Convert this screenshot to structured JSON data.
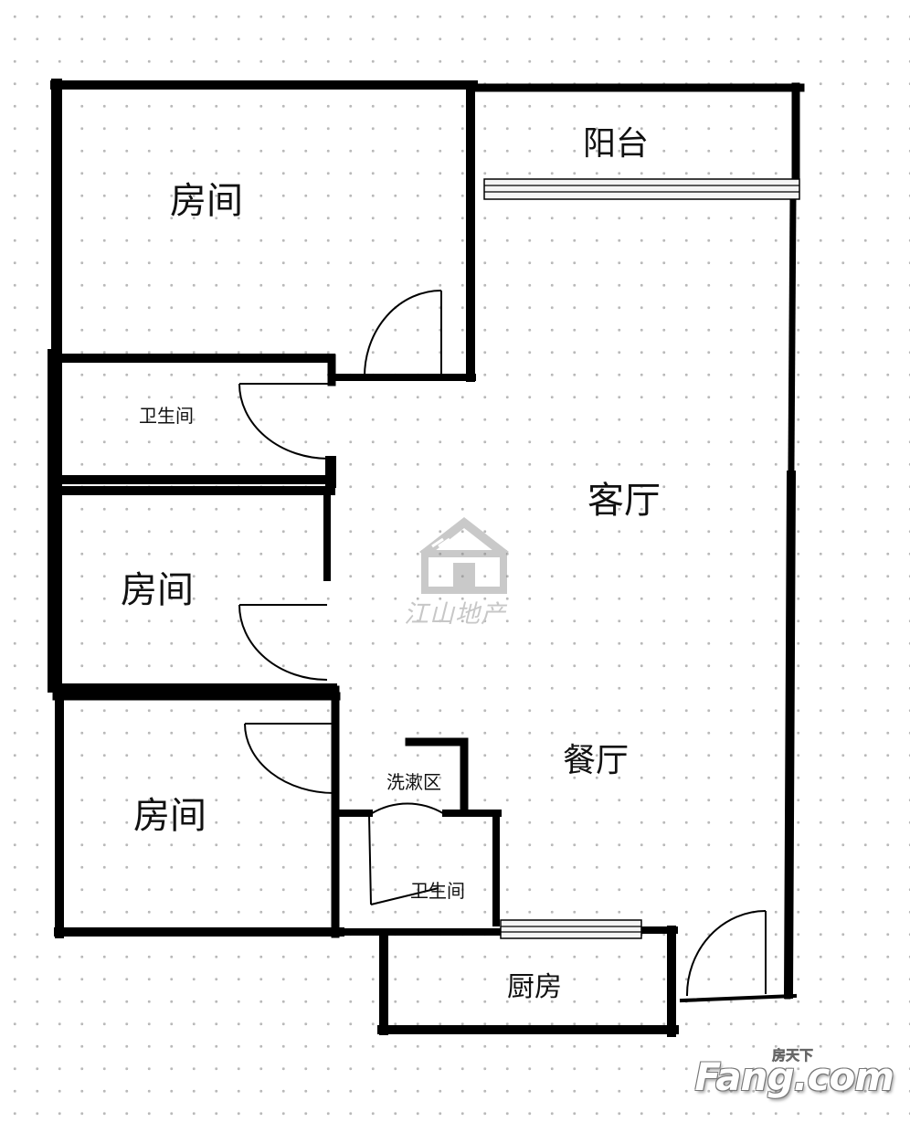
{
  "rooms": {
    "room_1": "房间",
    "balcony": "阳台",
    "bathroom_1": "卫生间",
    "living_room": "客厅",
    "room_2": "房间",
    "dining_room": "餐厅",
    "washing_area": "洗漱区",
    "room_3": "房间",
    "bathroom_2": "卫生间",
    "kitchen": "厨房"
  },
  "watermark": {
    "logo": "house-logo-icon",
    "text": "江山地产"
  },
  "brand": {
    "top": "房天下",
    "main": "Fang.com"
  }
}
